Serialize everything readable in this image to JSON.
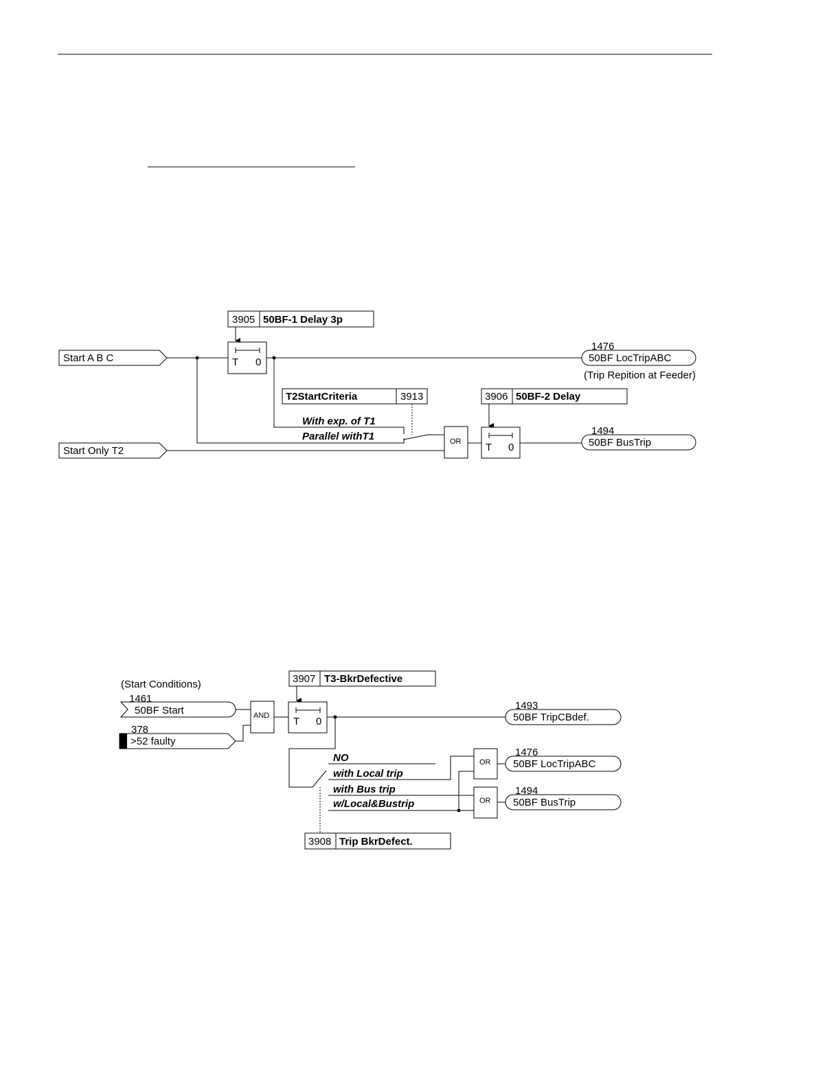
{
  "diagram1": {
    "param_delay1": {
      "number": "3905",
      "label": "50BF-1 Delay 3p"
    },
    "input_start_abc": "Start A B C",
    "input_start_only_t2": "Start Only T2",
    "timer_T": "T",
    "timer_0": "0",
    "output_loctrip": {
      "number": "1476",
      "label": "50BF LocTripABC",
      "note": "(Trip Repition at Feeder)"
    },
    "param_t2startcriteria": {
      "label": "T2StartCriteria",
      "number": "3913"
    },
    "option_with_exp": "With exp. of T1",
    "option_parallel": "Parallel withT1",
    "or_gate": "OR",
    "param_delay2": {
      "number": "3906",
      "label": "50BF-2 Delay"
    },
    "output_bustrip": {
      "number": "1494",
      "label": "50BF BusTrip"
    }
  },
  "diagram2": {
    "start_conditions": "(Start Conditions)",
    "input_start": {
      "number": "1461",
      "label": "50BF Start"
    },
    "input_faulty": {
      "number": "378",
      "label": ">52 faulty"
    },
    "and_gate": "AND",
    "param_t3": {
      "number": "3907",
      "label": "T3-BkrDefective"
    },
    "timer_T": "T",
    "timer_0": "0",
    "output_tripcbdef": {
      "number": "1493",
      "label": "50BF TripCBdef."
    },
    "option_no": "NO",
    "option_local": "with Local trip",
    "option_bus": "with Bus trip",
    "option_both": "w/Local&Bustrip",
    "or_gate": "OR",
    "output_loctrip": {
      "number": "1476",
      "label": "50BF LocTripABC"
    },
    "output_bustrip": {
      "number": "1494",
      "label": "50BF BusTrip"
    },
    "param_trip": {
      "number": "3908",
      "label": "Trip BkrDefect."
    }
  }
}
